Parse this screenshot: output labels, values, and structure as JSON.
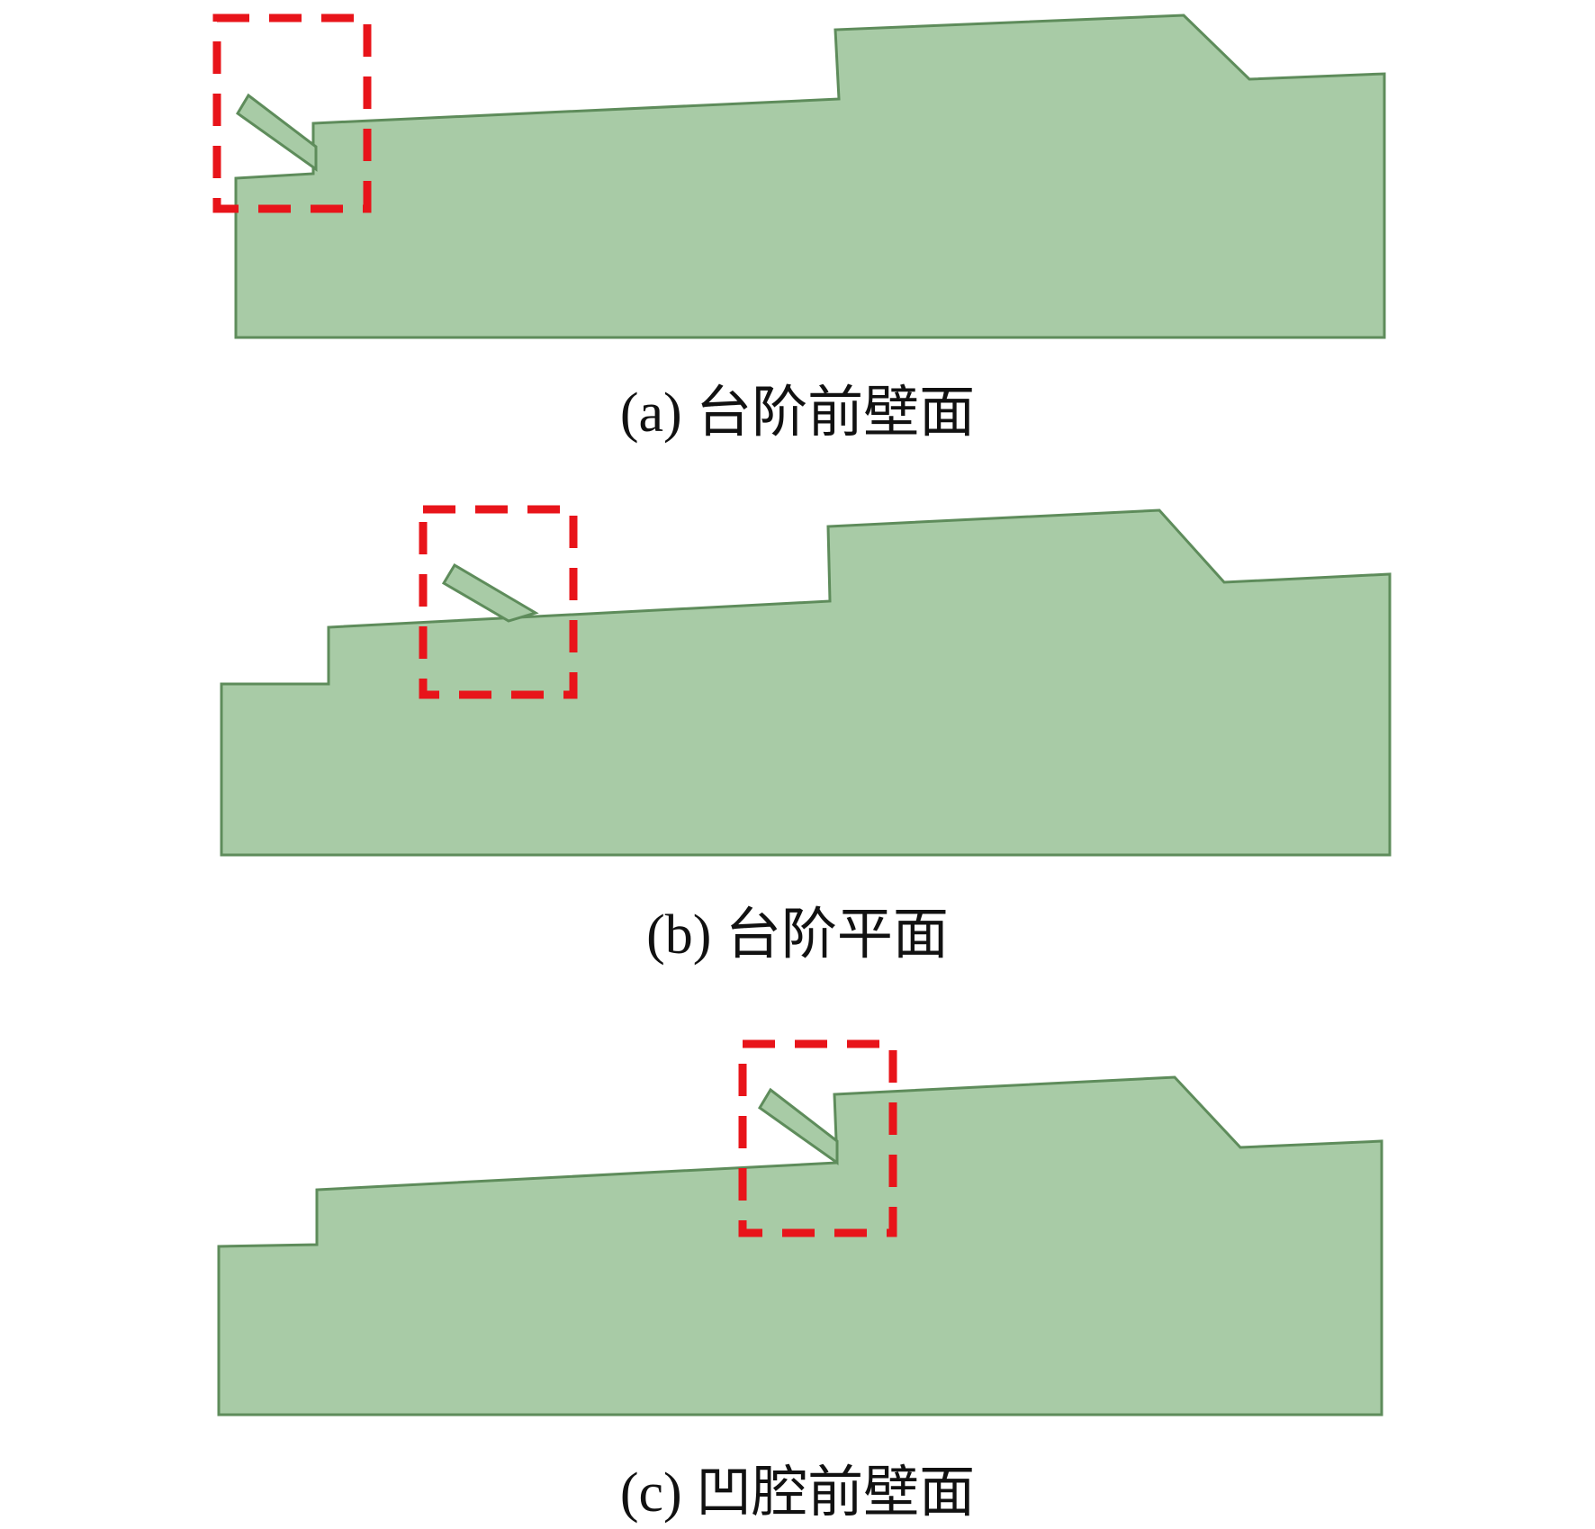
{
  "colors": {
    "body_fill": "#a8cba6",
    "body_stroke": "#5e8c5b",
    "highlight_box": "#e8141a",
    "background": "#ffffff"
  },
  "panels": [
    {
      "id": "a",
      "caption": "(a) 台阶前壁面",
      "injector_location": "step front wall"
    },
    {
      "id": "b",
      "caption": "(b) 台阶平面",
      "injector_location": "step flat surface"
    },
    {
      "id": "c",
      "caption": "(c) 凹腔前壁面",
      "injector_location": "cavity front wall"
    }
  ]
}
